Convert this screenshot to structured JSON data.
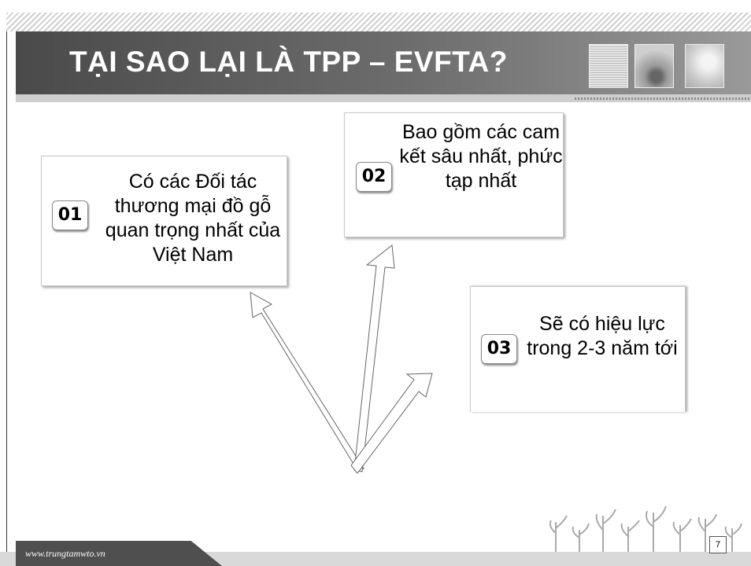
{
  "slide": {
    "title": "TẠI SAO LẠI LÀ TPP – EVFTA?",
    "points": [
      {
        "number": "01",
        "text": "Có các Đối tác thương mại đồ gỗ quan trọng nhất của Việt Nam"
      },
      {
        "number": "02",
        "text": "Bao gồm các cam kết sâu nhất, phức tạp nhất"
      },
      {
        "number": "03",
        "text": "Sẽ có hiệu lực trong 2-3 năm tới"
      }
    ],
    "footer": "www.trungtamwto.vn",
    "page_number": "7"
  },
  "colors": {
    "title_bar_dark": "#4a4a4a",
    "title_text": "#ffffff",
    "footer_tab": "#4f4f4f",
    "box_border": "#c8c8c8"
  },
  "icons": [
    "arrow-up-left-icon",
    "arrow-up-icon",
    "arrow-up-right-icon",
    "plant-sprouts-icon"
  ]
}
